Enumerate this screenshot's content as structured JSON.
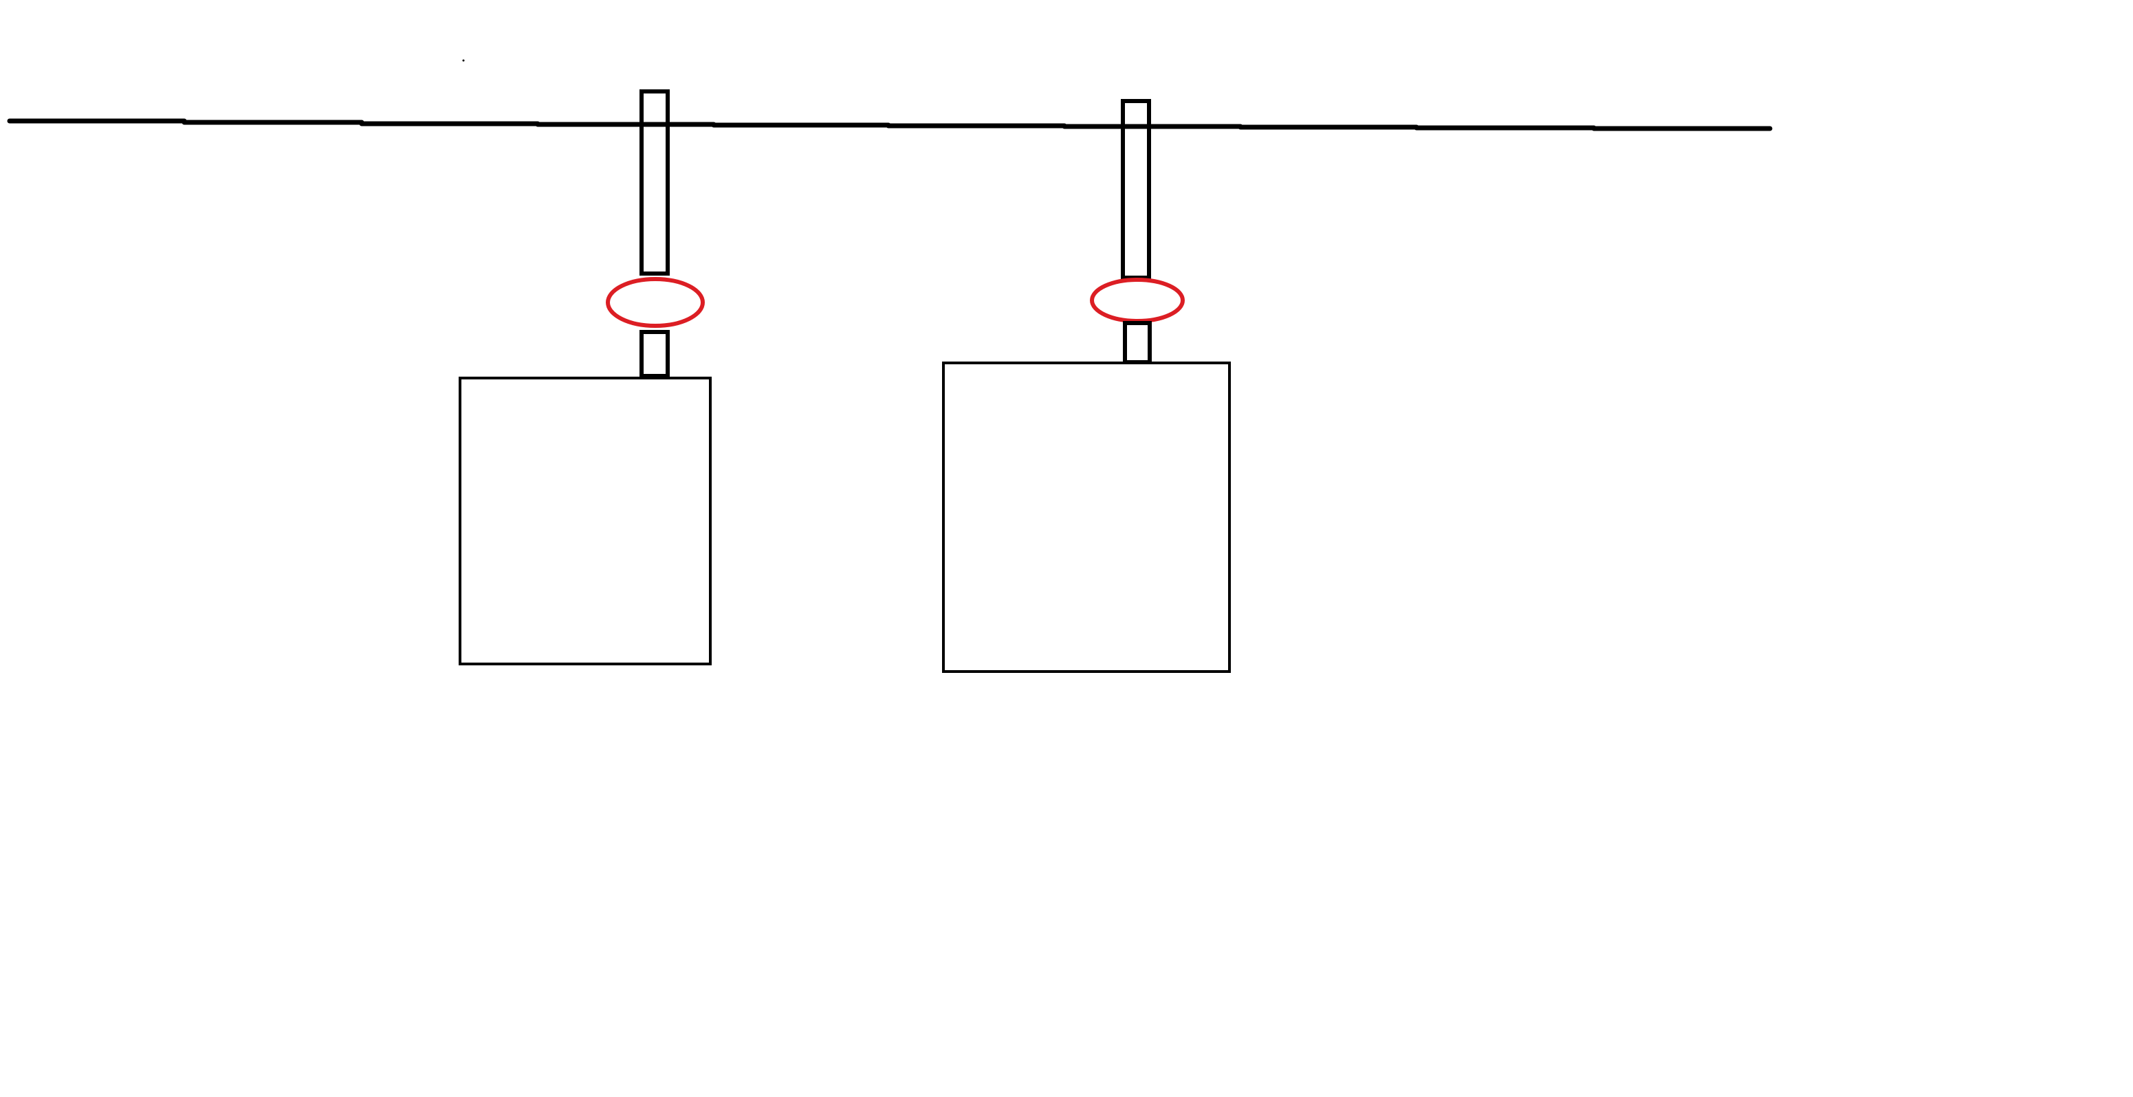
{
  "diagram": {
    "background_color": "#ffffff",
    "line_color": "#000000",
    "ring_color": "#dc1e24",
    "components": [
      "rail-line",
      "left-upper-post",
      "left-ring",
      "left-lower-post",
      "left-box",
      "right-upper-post",
      "right-ring",
      "right-lower-post",
      "right-box"
    ]
  }
}
